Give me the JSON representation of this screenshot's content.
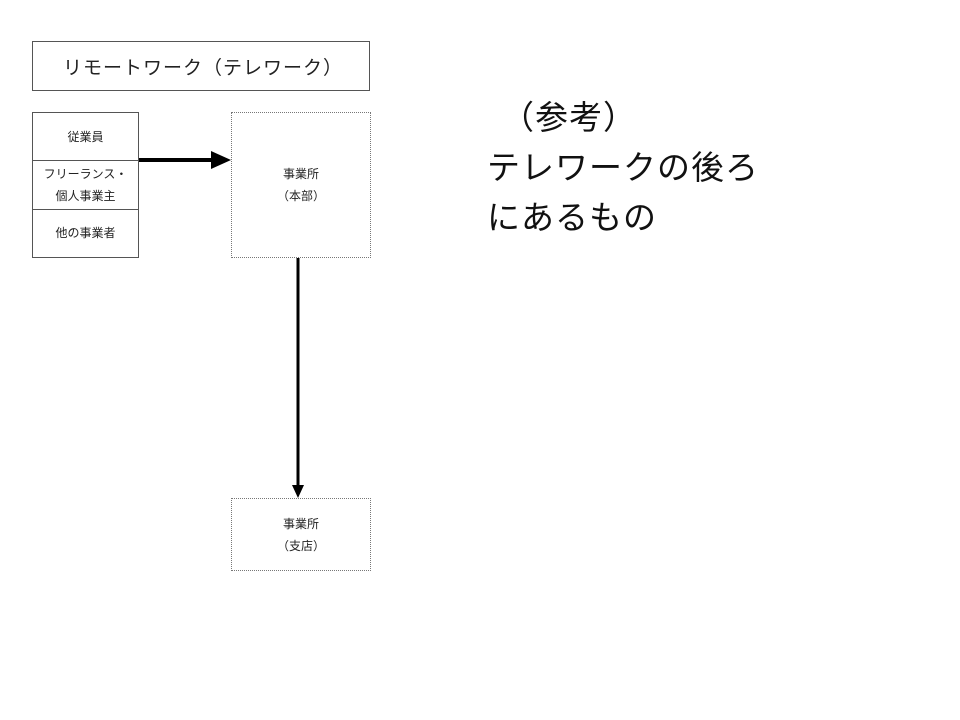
{
  "title": "リモートワーク（テレワーク）",
  "workers": {
    "employee": "従業員",
    "freelance_line1": "フリーランス・",
    "freelance_line2": "個人事業主",
    "other_business": "他の事業者"
  },
  "office_hq": {
    "line1": "事業所",
    "line2": "（本部）"
  },
  "office_branch": {
    "line1": "事業所",
    "line2": "（支店）"
  },
  "note": {
    "line1": "（参考）",
    "line2": "テレワークの後ろ",
    "line3": "にあるもの"
  }
}
